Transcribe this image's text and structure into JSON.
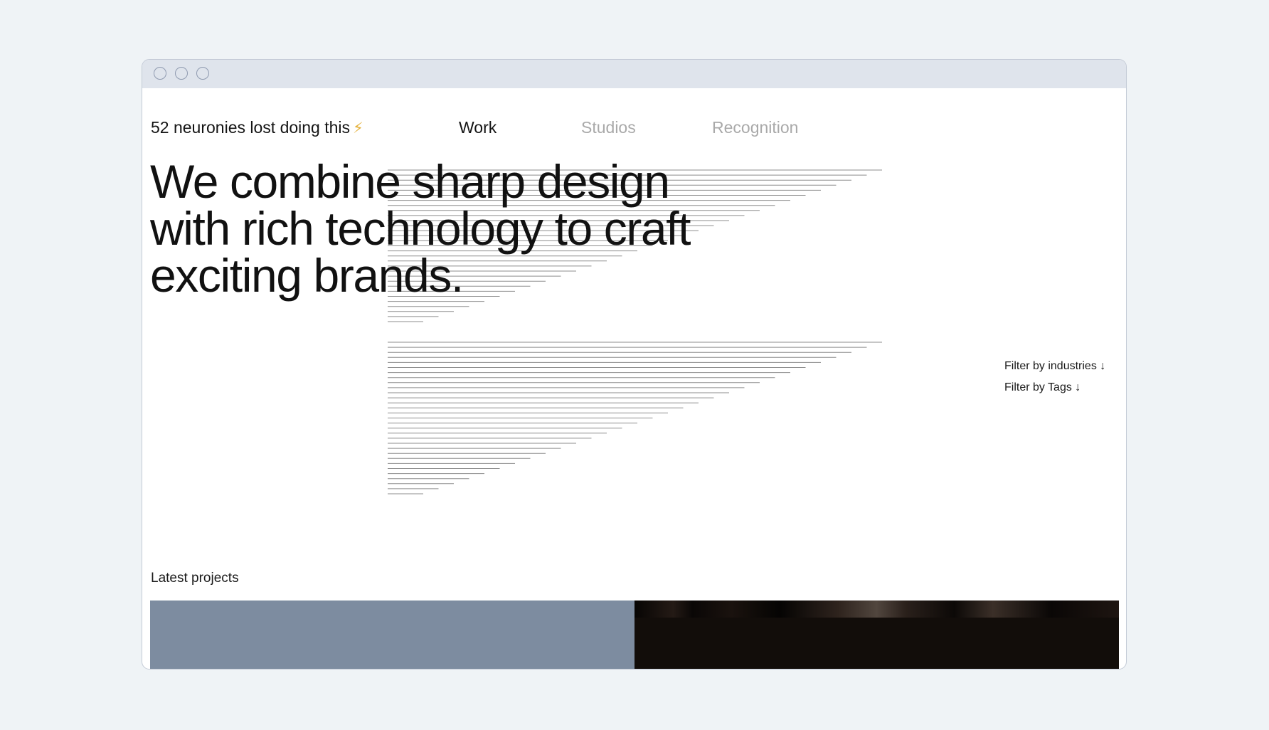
{
  "header": {
    "tagline": "52 neuronies lost doing this",
    "tagline_icon": "lightning-bolt-icon",
    "nav": [
      "Work",
      "Studios",
      "Recognition"
    ],
    "active_nav": "Work"
  },
  "hero": {
    "heading": "We combine sharp design with rich technology to craft exciting brands."
  },
  "filters": {
    "industries": "Filter by industries ↓",
    "tags": "Filter by Tags ↓"
  },
  "projects": {
    "label": "Latest projects",
    "cards": [
      "project-1",
      "project-2"
    ]
  },
  "colors": {
    "accent_bolt": "#e5b13a",
    "inactive_nav": "#a9a9a9",
    "card_1": "#7d8ca0",
    "card_2": "#120d0a"
  }
}
